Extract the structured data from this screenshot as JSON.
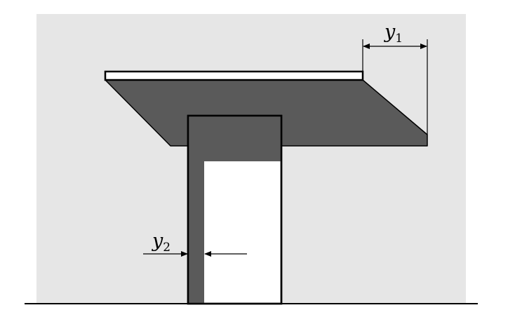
{
  "colors": {
    "panel_background": "#e6e6e6",
    "projection_fill": "#5a5a5a",
    "outline": "#000000",
    "slab_top": "#ffffff",
    "ground_line": "#000000"
  },
  "labels": {
    "y1": {
      "symbol": "y",
      "subscript": "1"
    },
    "y2": {
      "symbol": "y",
      "subscript": "2"
    }
  }
}
